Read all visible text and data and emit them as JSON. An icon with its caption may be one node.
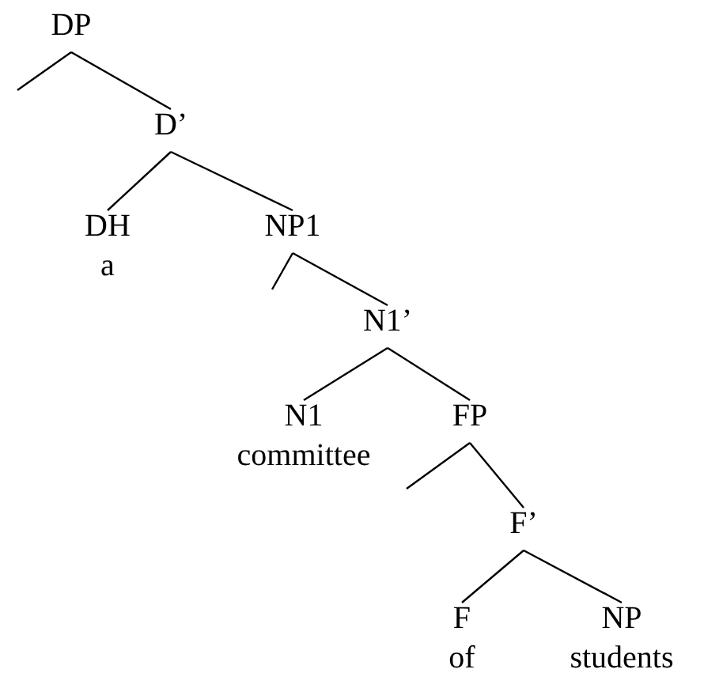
{
  "diagram": {
    "nodes": [
      {
        "text": [
          "DP"
        ]
      },
      {
        "text": [
          "D’"
        ]
      },
      {
        "text": [
          "DH",
          "a"
        ]
      },
      {
        "text": [
          "NP1"
        ]
      },
      {
        "text": [
          "N1’"
        ]
      },
      {
        "text": [
          "N1",
          "committee"
        ]
      },
      {
        "text": [
          "FP"
        ]
      },
      {
        "text": [
          "F’"
        ]
      },
      {
        "text": [
          "F",
          "of"
        ]
      },
      {
        "text": [
          "NP",
          "students"
        ]
      }
    ],
    "edges": [
      {
        "from": 0,
        "to": null,
        "arrow": "none"
      },
      {
        "from": 0,
        "to": 1,
        "arrow": "none"
      },
      {
        "from": 1,
        "to": 2,
        "arrow": "none"
      },
      {
        "from": 1,
        "to": 3,
        "arrow": "none"
      },
      {
        "from": 3,
        "to": null,
        "arrow": "none"
      },
      {
        "from": 3,
        "to": 4,
        "arrow": "none"
      },
      {
        "from": 4,
        "to": 5,
        "arrow": "none"
      },
      {
        "from": 4,
        "to": 6,
        "arrow": "none"
      },
      {
        "from": 6,
        "to": null,
        "arrow": "none"
      },
      {
        "from": 6,
        "to": 7,
        "arrow": "none"
      },
      {
        "from": 7,
        "to": 8,
        "arrow": "none"
      },
      {
        "from": 7,
        "to": 9,
        "arrow": "none"
      }
    ]
  }
}
